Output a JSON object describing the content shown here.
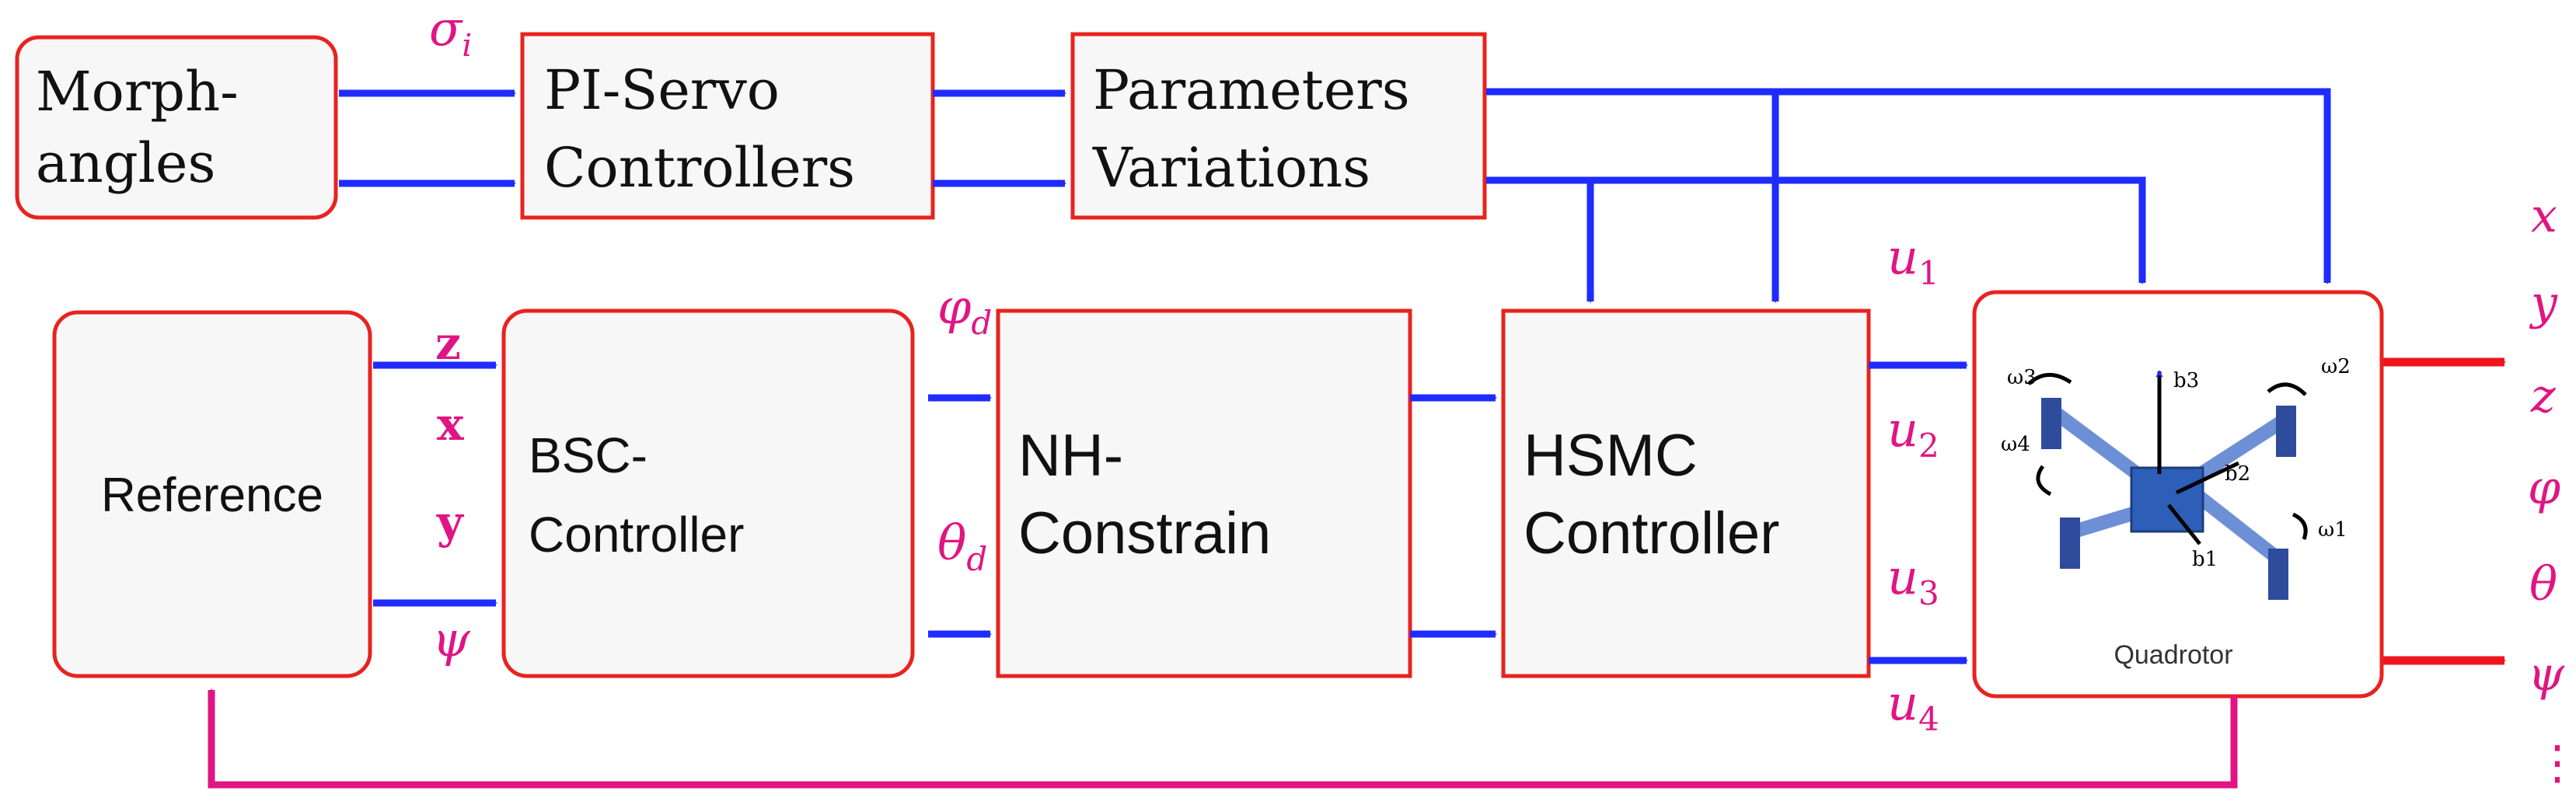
{
  "colors": {
    "box_stroke": "#e8231f",
    "box_fill": "#f7f7f7",
    "signal_arrow": "#1f2bff",
    "output_arrow": "#f0151d",
    "feedback": "#e01583",
    "math_text": "#e01583",
    "label_text": "#111111"
  },
  "blocks": {
    "morph": {
      "line1": "Morph-",
      "line2": "angles"
    },
    "piservo": {
      "line1": "PI-Servo",
      "line2": "Controllers"
    },
    "params": {
      "line1": "Parameters",
      "line2": "Variations"
    },
    "reference": {
      "label": "Reference"
    },
    "bsc": {
      "line1": "BSC-",
      "line2": "Controller"
    },
    "nh": {
      "line1": "NH-",
      "line2": "Constrain"
    },
    "hsmc": {
      "line1": "HSMC",
      "line2": "Controller"
    },
    "quadrotor": {
      "caption": "Quadrotor",
      "labels": {
        "w1": "ω1",
        "w2": "ω2",
        "w3": "ω3",
        "w4": "ω4",
        "b1": "b1",
        "b2": "b2",
        "b3": "b3"
      }
    }
  },
  "signals": {
    "sigma": "σ",
    "sigma_sub": "i",
    "ref_z": "z",
    "ref_x": "x",
    "ref_y": "y",
    "ref_psi": "ψ",
    "phi_d": "φ",
    "theta_d": "θ",
    "d_sub": "d",
    "u": "u",
    "u1_sub": "1",
    "u2_sub": "2",
    "u3_sub": "3",
    "u4_sub": "4"
  },
  "outputs": [
    "x",
    "y",
    "z",
    "φ",
    "θ",
    "ψ",
    "⋮"
  ]
}
